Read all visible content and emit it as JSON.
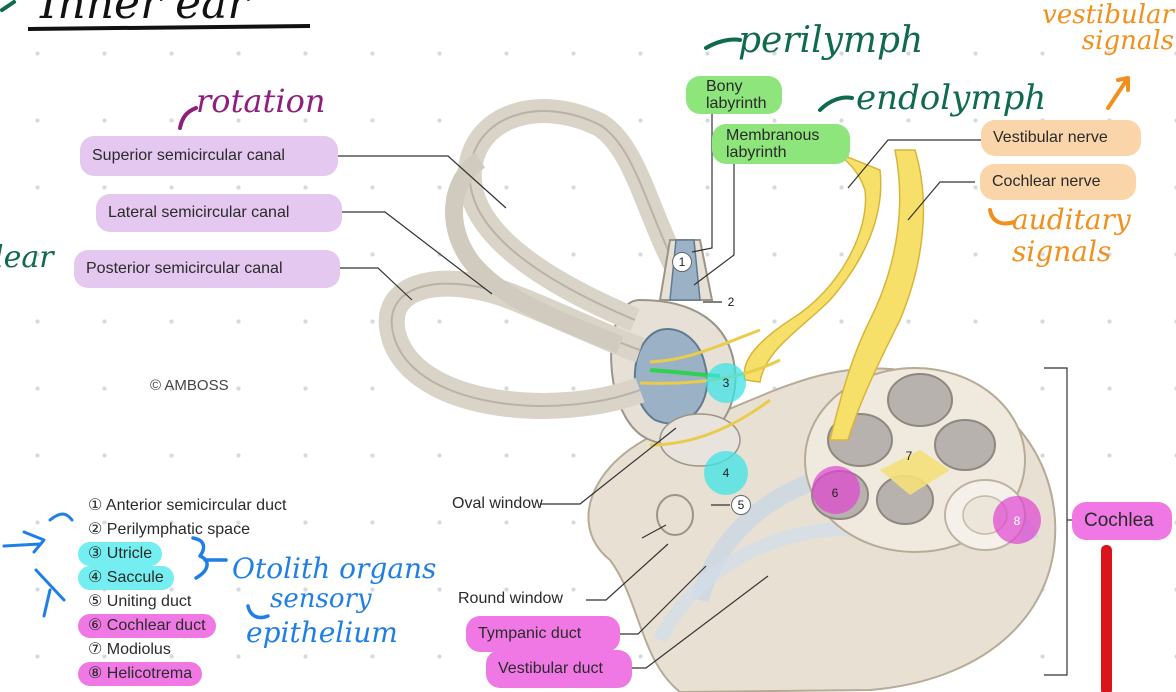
{
  "title": "Inner ear",
  "copyright": "© AMBOSS",
  "labels": {
    "superior": "Superior semicircular canal",
    "lateral": "Lateral semicircular canal",
    "posterior": "Posterior semicircular canal",
    "bony": "Bony labyrinth",
    "membranous": "Membranous labyrinth",
    "vestibular_nerve": "Vestibular nerve",
    "cochlear_nerve": "Cochlear nerve",
    "oval_window": "Oval window",
    "round_window": "Round window",
    "tympanic_duct": "Tympanic duct",
    "vestibular_duct": "Vestibular duct",
    "cochlea": "Cochlea"
  },
  "numbers": [
    "1",
    "2",
    "3",
    "4",
    "5",
    "6",
    "7",
    "8"
  ],
  "legend": [
    "① Anterior semicircular duct",
    "② Perilymphatic space",
    "③ Utricle",
    "④ Saccule",
    "⑤ Uniting duct",
    "⑥ Cochlear duct",
    "⑦ Modiolus",
    "⑧ Helicotrema"
  ],
  "annotations": {
    "rotation": "rotation",
    "perilymph": "perilymph",
    "endolymph": "endolymph",
    "vestibular_signals": "vestibular signals",
    "auditory_signals": "auditary signals",
    "otolith": "Otolith organs",
    "sensory": "sensory",
    "epithelium": "epithelium",
    "left_fragment": "lear"
  },
  "colors": {
    "purple_pill": "#e4c8ef",
    "green_pill": "#8ee57c",
    "orange_pill": "#f9d5a9",
    "magenta_pill": "#ef78e4",
    "cyan_highlight": "#74eef0",
    "red_bar": "#d9141a",
    "ink_purple": "#8e1f7e",
    "ink_green": "#0f6b4a",
    "ink_orange": "#f2901d",
    "ink_blue": "#1f7fe6"
  }
}
